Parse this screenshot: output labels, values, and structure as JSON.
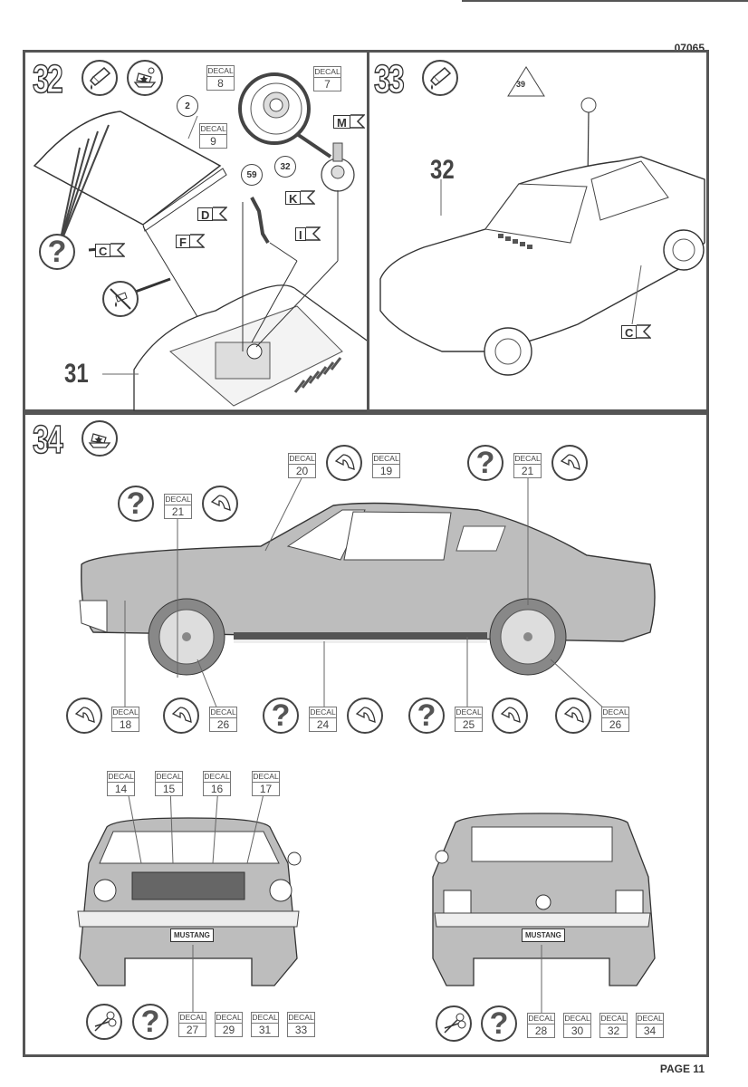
{
  "document": {
    "code": "07065",
    "page_label": "PAGE 11",
    "accent_colors": {
      "line": "#555555",
      "body_fill": "#bdbdbd",
      "paper": "#ffffff"
    }
  },
  "steps": [
    {
      "number": "32",
      "icons": [
        "glue-icon",
        "decal-water-icon"
      ],
      "parts": [
        "2",
        "59",
        "32"
      ],
      "assembly_label": "31",
      "flags": [
        "M",
        "K",
        "D",
        "I",
        "F",
        "C"
      ],
      "decals": [
        {
          "label": "DECAL",
          "number": "8"
        },
        {
          "label": "DECAL",
          "number": "7"
        },
        {
          "label": "DECAL",
          "number": "9"
        }
      ],
      "notes": {
        "no_glue": "no-glue-icon",
        "paint_help": "?"
      }
    },
    {
      "number": "33",
      "icons": [
        "glue-icon"
      ],
      "assembly_label": "32",
      "triangle_part": "39",
      "flags": [
        "C"
      ]
    },
    {
      "number": "34",
      "icons": [
        "decal-water-icon"
      ],
      "side_view": {
        "top_callouts": [
          {
            "decal": {
              "label": "DECAL",
              "number": "21"
            },
            "icons": [
              "?",
              "decal-apply"
            ]
          },
          {
            "decal": {
              "label": "DECAL",
              "number": "20"
            },
            "icons": [
              "decal-apply"
            ]
          },
          {
            "decal": {
              "label": "DECAL",
              "number": "19"
            },
            "icons": []
          },
          {
            "decal": {
              "label": "DECAL",
              "number": "21"
            },
            "icons": [
              "?",
              "decal-apply"
            ]
          }
        ],
        "bottom_callouts": [
          {
            "decal": {
              "label": "DECAL",
              "number": "18"
            }
          },
          {
            "decal": {
              "label": "DECAL",
              "number": "26"
            }
          },
          {
            "decal": {
              "label": "DECAL",
              "number": "24"
            }
          },
          {
            "decal": {
              "label": "DECAL",
              "number": "25"
            }
          },
          {
            "decal": {
              "label": "DECAL",
              "number": "26"
            }
          }
        ]
      },
      "front_view": {
        "top_decals": [
          {
            "label": "DECAL",
            "number": "14"
          },
          {
            "label": "DECAL",
            "number": "15"
          },
          {
            "label": "DECAL",
            "number": "16"
          },
          {
            "label": "DECAL",
            "number": "17"
          }
        ],
        "plate_text": "MUSTANG",
        "bottom_decals": [
          {
            "label": "DECAL",
            "number": "27"
          },
          {
            "label": "DECAL",
            "number": "29"
          },
          {
            "label": "DECAL",
            "number": "31"
          },
          {
            "label": "DECAL",
            "number": "33"
          }
        ]
      },
      "rear_view": {
        "plate_text": "MUSTANG",
        "bottom_decals": [
          {
            "label": "DECAL",
            "number": "28"
          },
          {
            "label": "DECAL",
            "number": "30"
          },
          {
            "label": "DECAL",
            "number": "32"
          },
          {
            "label": "DECAL",
            "number": "34"
          }
        ]
      }
    }
  ],
  "icon_glyphs": {
    "help": "?"
  }
}
